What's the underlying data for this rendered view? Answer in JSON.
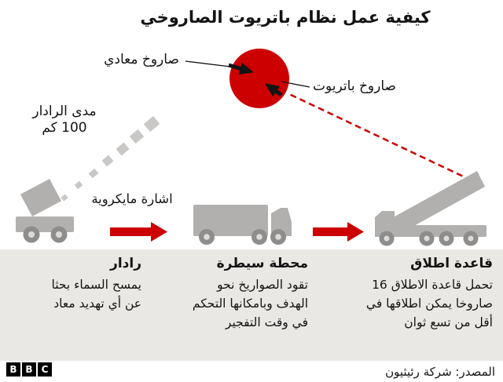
{
  "title": "كيفية عمل نظام باتريوت الصاروخي",
  "labels": {
    "enemy_missile": "صاروخ معادي",
    "patriot_missile": "صاروخ باتريوت",
    "radar_range": "مدى الرادار\n100 كم",
    "microwave_signal": "اشارة مايكروية"
  },
  "sections": {
    "radar": {
      "heading": "رادار",
      "body": "يمسح السماء بحثا عن أي تهديد معاد"
    },
    "control": {
      "heading": "محطة سيطرة",
      "body": "تقود الصواريخ نحو الهدف وبامكانها التحكم في وقت التفجير"
    },
    "launcher": {
      "heading": "قاعدة اطلاق",
      "body": "تحمل قاعدة الاطلاق 16 صاروخا يمكن اطلاقها في أقل من تسع ثوان"
    }
  },
  "footer": {
    "source": "المصدر: شركة رئيثيون",
    "logo_letters": [
      "B",
      "B",
      "C"
    ]
  },
  "colors": {
    "accent_red": "#cc0000",
    "vehicle_gray": "#b1b0ae",
    "band_gray": "#e9e8e4",
    "text_black": "#141414"
  }
}
